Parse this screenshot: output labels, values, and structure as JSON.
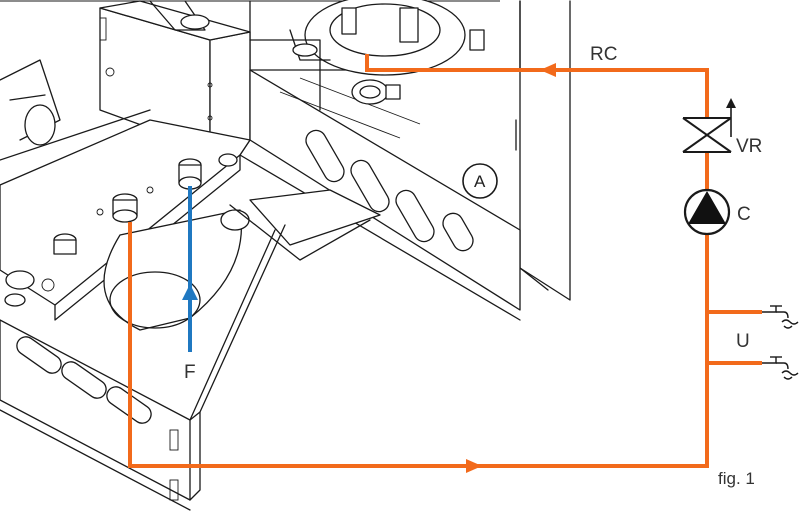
{
  "labels": {
    "recirculation": "RC",
    "check_valve": "VR",
    "pump": "C",
    "user_outlets": "U",
    "cold_inlet": "F",
    "callout_a": "A",
    "figure": "fig. 1"
  },
  "colors": {
    "hot_water_circuit": "#f26a1b",
    "cold_water_inlet": "#1f78c1",
    "drawing_lines": "#1a1a1a",
    "label_text": "#333333"
  },
  "icons": [
    "tap-icon",
    "tap-icon",
    "pump-icon",
    "check-valve-icon",
    "flow-arrow-icon"
  ]
}
